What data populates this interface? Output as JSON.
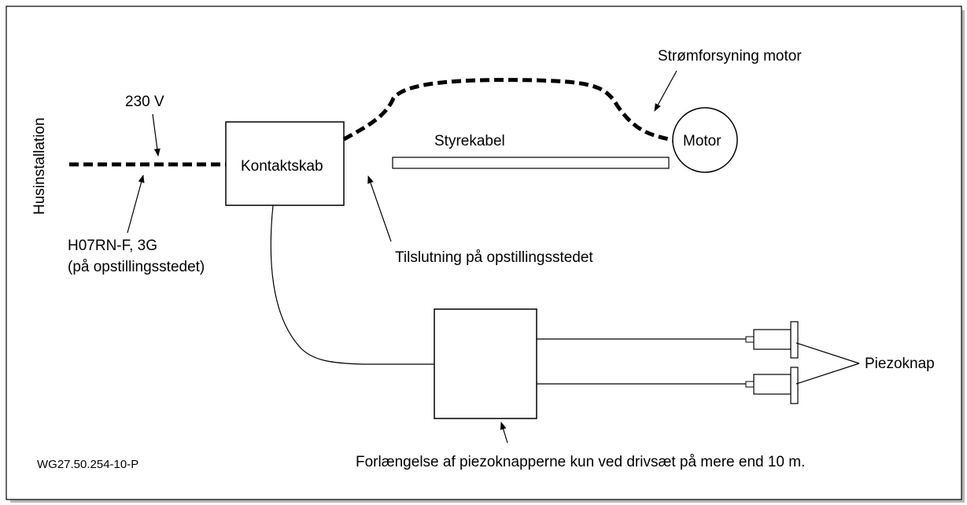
{
  "labels": {
    "husinstallation": "Husinstallation",
    "voltage": "230 V",
    "cable_type_line1": "H07RN-F, 3G",
    "cable_type_line2": "(på opstillingsstedet)",
    "contact_cabinet": "Kontaktskab",
    "control_cable": "Styrekabel",
    "motor": "Motor",
    "motor_supply": "Strømforsyning motor",
    "site_connection": "Tilslutning på opstillingsstedet",
    "piezo_button": "Piezoknap",
    "extension_note": "Forlængelse af piezoknapperne kun ved drivsæt på mere end 10 m.",
    "drawing_id": "WG27.50.254-10-P"
  }
}
